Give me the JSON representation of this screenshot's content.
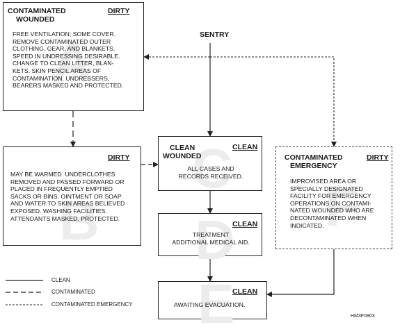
{
  "sentry_label": "SENTRY",
  "boxes": {
    "a": {
      "letter": "A",
      "title_line1": "CONTAMINATED",
      "title_line2": "WOUNDED",
      "status": "DIRTY",
      "text": "FREE VENTILATION; SOME COVER.\nREMOVE CONTAMINATED OUTER\nCLOTHING, GEAR, AND BLANKETS.\nSPEED IN UNDRESSING DESIRABLE.\nCHANGE TO CLEAN LITTER, BLAN-\nKETS. SKIN PENCIL AREAS OF\nCONTAMINATION. UNDRESSERS,\nBEARERS MASKED AND PROTECTED."
    },
    "b": {
      "letter": "B",
      "status": "DIRTY",
      "text": "MAY BE WARMED. UNDERCLOTHES\nREMOVED AND PASSED FORWARD OR\nPLACED IN FREQUENTLY EMPTIED\nSACKS OR BINS. OINTMENT OR SOAP\nAND WATER TO SKIN AREAS BELIEVED\nEXPOSED. WASHING FACILITIES.\nATTENDANTS MASKED, PROTECTED."
    },
    "c": {
      "letter": "C",
      "title_line1": "CLEAN",
      "title_line2": "WOUNDED",
      "status": "CLEAN",
      "text": "ALL CASES AND\nRECORDS RECEIVED."
    },
    "d": {
      "letter": "D",
      "status": "CLEAN",
      "text": "TREATMENT\nADDITIONAL MEDICAL AID."
    },
    "e": {
      "letter": "E",
      "status": "CLEAN",
      "text": "AWAITING EVACUATION."
    },
    "f": {
      "letter": "F",
      "title_line1": "CONTAMINATED",
      "title_line2": "EMERGENCY",
      "status": "DIRTY",
      "text": "IMPROVISED AREA OR\nSPECIALLY DESIGNATED\nFACILITY FOR EMERGENCY\nOPERATIONS ON CONTAMI-\nNATED WOUNDED WHO ARE\nDECONTAMINATED WHEN\nINDICATED."
    }
  },
  "legend": {
    "clean": "CLEAN",
    "contaminated": "CONTAMINATED",
    "emergency": "CONTAMINATED EMERGENCY"
  },
  "figure_code": "HM3F0803"
}
